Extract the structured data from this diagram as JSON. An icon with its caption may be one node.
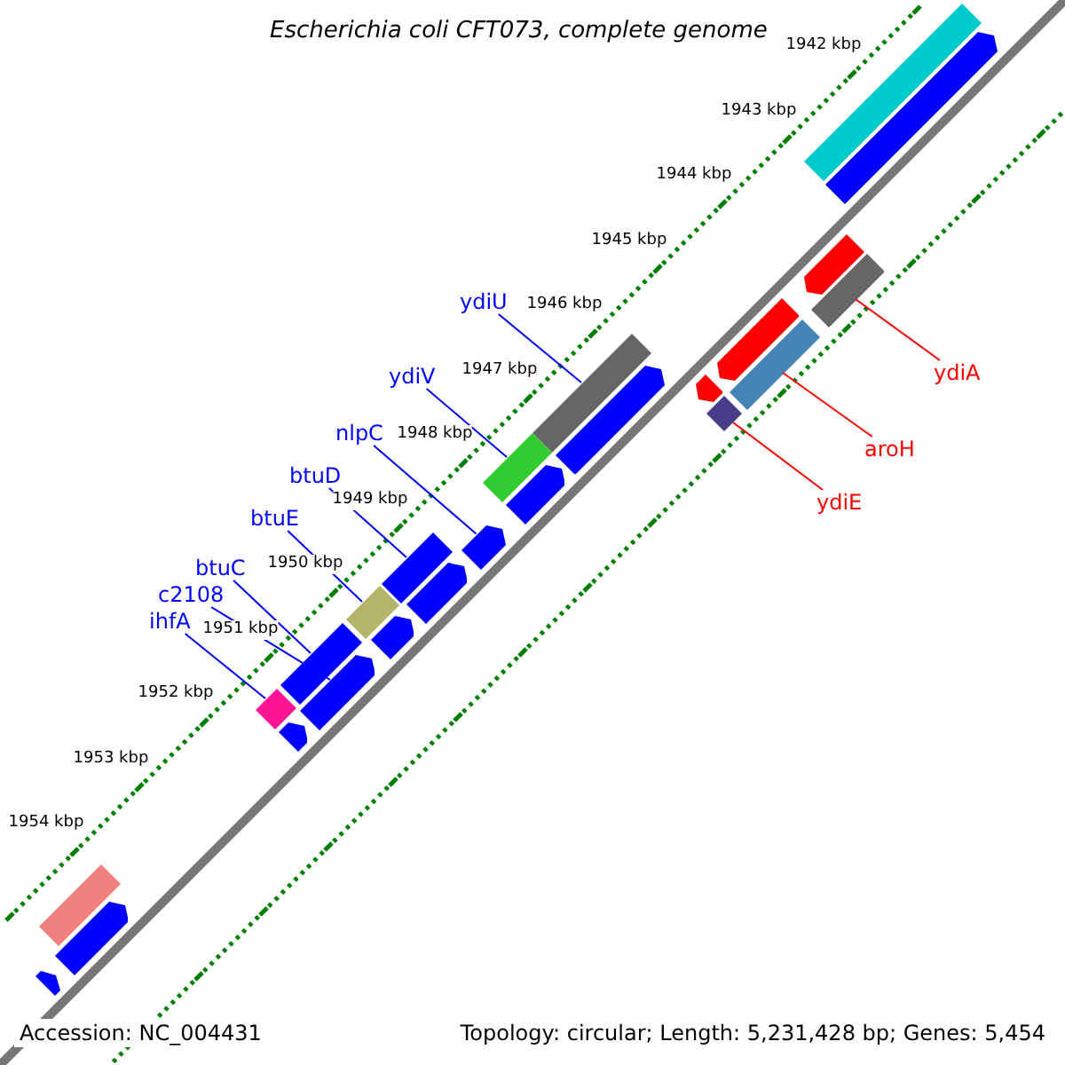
{
  "diagram": {
    "title": "Escherichia coli CFT073, complete genome",
    "nodes": [
      {
        "text": [
          "ydiU"
        ]
      },
      {
        "text": [
          "ydiV"
        ]
      },
      {
        "text": [
          "nlpC"
        ]
      },
      {
        "text": [
          "btuD"
        ]
      },
      {
        "text": [
          "btuE"
        ]
      },
      {
        "text": [
          "btuC"
        ]
      },
      {
        "text": [
          "c2108"
        ]
      },
      {
        "text": [
          "ihfA"
        ]
      },
      {
        "text": [
          "ydiA"
        ]
      },
      {
        "text": [
          "aroH"
        ]
      },
      {
        "text": [
          "ydiE"
        ]
      },
      {
        "text": [],
        "shape": "bar"
      },
      {
        "text": [],
        "shape": "bar"
      },
      {
        "text": [],
        "shape": "bar"
      },
      {
        "text": [],
        "shape": "bar"
      },
      {
        "text": [],
        "shape": "bar"
      },
      {
        "text": [],
        "shape": "bar"
      },
      {
        "text": [],
        "shape": "bar"
      },
      {
        "text": [],
        "shape": "bar"
      },
      {
        "text": [],
        "shape": "bar"
      },
      {
        "text": [],
        "shape": "bar"
      },
      {
        "text": [],
        "shape": "bar"
      },
      {
        "text": [],
        "shape": "bar"
      },
      {
        "text": [],
        "shape": "bar"
      },
      {
        "text": [],
        "shape": "bar"
      },
      {
        "text": [],
        "shape": "bar"
      },
      {
        "text": [],
        "shape": "bar"
      },
      {
        "text": [],
        "shape": "bar"
      },
      {
        "text": [],
        "shape": "bar"
      },
      {
        "text": [],
        "shape": "bar"
      },
      {
        "text": [],
        "shape": "bar"
      },
      {
        "text": [],
        "shape": "bar"
      },
      {
        "text": [],
        "shape": "bar"
      },
      {
        "text": [],
        "shape": "bar"
      },
      {
        "text": [],
        "shape": "bar"
      }
    ],
    "edges": [
      {
        "from": 0,
        "to": 19,
        "arrow": "none"
      },
      {
        "from": 1,
        "to": 21,
        "arrow": "none"
      },
      {
        "from": 2,
        "to": 23,
        "arrow": "none"
      },
      {
        "from": 3,
        "to": 24,
        "arrow": "none"
      },
      {
        "from": 4,
        "to": 26,
        "arrow": "none"
      },
      {
        "from": 5,
        "to": 28,
        "arrow": "none"
      },
      {
        "from": 6,
        "to": 29,
        "arrow": "none"
      },
      {
        "from": 7,
        "to": 30,
        "arrow": "none"
      },
      {
        "from": 8,
        "to": 13,
        "arrow": "none",
        "color": "#ff0000"
      },
      {
        "from": 9,
        "to": 16,
        "arrow": "none",
        "color": "#ff0000"
      },
      {
        "from": 10,
        "to": 18,
        "arrow": "none",
        "color": "#ff0000"
      }
    ],
    "labels": [
      "1942 kbp",
      "1943 kbp",
      "1944 kbp",
      "1945 kbp",
      "1946 kbp",
      "1947 kbp",
      "1948 kbp",
      "1949 kbp",
      "1950 kbp",
      "1951 kbp",
      "1952 kbp",
      "1953 kbp",
      "1954 kbp",
      "Accession: NC_004431",
      "Topology: circular; Length: 5,231,428 bp; Genes: 5,454"
    ]
  }
}
